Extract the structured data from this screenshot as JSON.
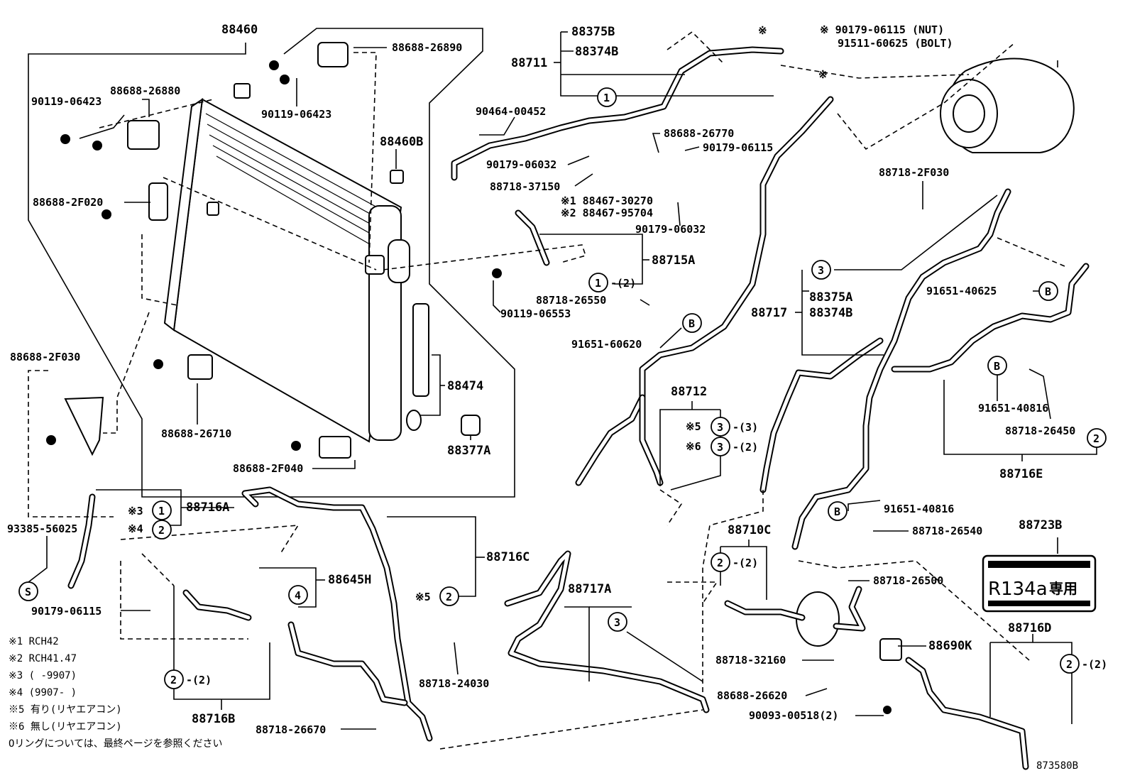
{
  "labels": {
    "p88460": "88460",
    "p88688_26890": "88688-26890",
    "p90119_06423a": "90119-06423",
    "p88688_26880": "88688-26880",
    "p90119_06423b": "90119-06423",
    "p88460B": "88460B",
    "p88688_2F020": "88688-2F020",
    "p88688_2F030a": "88688-2F030",
    "p88688_26710": "88688-26710",
    "p88474": "88474",
    "p88377A": "88377A",
    "p88688_2F040": "88688-2F040",
    "p88716A": "88716A",
    "p93385_56025": "93385-56025",
    "p90179_06115a": "90179-06115",
    "p88645H": "88645H",
    "p88716B": "88716B",
    "p88718_24030": "88718-24030",
    "p88718_26670": "88718-26670",
    "p88716C": "88716C",
    "p88375B": "88375B",
    "p88374B": "88374B",
    "p88711": "88711",
    "p90464_00452": "90464-00452",
    "p90179_06032a": "90179-06032",
    "p88718_37150": "88718-37150",
    "p88688_26770": "88688-26770",
    "p90179_06115b": "90179-06115",
    "p88467_30270": "88467-30270",
    "p88467_95704": "88467-95704",
    "p90179_06032b": "90179-06032",
    "p88715A": "88715A",
    "p88718_26550": "88718-26550",
    "p90119_06553": "90119-06553",
    "p91651_60620": "91651-60620",
    "p88712": "88712",
    "p88717A": "88717A",
    "p88710C": "88710C",
    "p88718_32160": "88718-32160",
    "p88688_26620": "88688-26620",
    "p90093_00518": "90093-00518(2)",
    "p88690K": "88690K",
    "p88718_26500": "88718-26500",
    "p88716D": "88716D",
    "p88723B": "88723B",
    "p88718_26540": "88718-26540",
    "p91651_40816a": "91651-40816",
    "p88716E": "88716E",
    "p91651_40816b": "91651-40816",
    "p88718_26450": "88718-26450",
    "p91651_40625": "91651-40625",
    "p88717": "88717",
    "p88375A": "88375A",
    "p88374Bb": "88374B",
    "p88718_2F030": "88718-2F030",
    "nut": "※ 90179-06115 (NUT)",
    "bolt": "91511-60625 (BOLT)",
    "ref1": "※1 88467-30270",
    "ref2": "※2 88467-95704",
    "mark": "※",
    "diagram_id": "873580B"
  },
  "circles": {
    "c1": "1",
    "c2": "2",
    "c3": "3",
    "c4": "4",
    "cB": "B",
    "cS": "S",
    "r1_2": "-(2)",
    "r3_3": "-(3)",
    "r3_2": "-(2)",
    "x3": "※3",
    "x4": "※4",
    "x5": "※5",
    "x6": "※6"
  },
  "label_plate": {
    "text": "R134a",
    "jp": "専用"
  },
  "notes": [
    "※1   RCH42",
    "※2   RCH41.47",
    "※3   (      -9907)",
    "※4   (9907-      )",
    "※5   有り(リヤエアコン)",
    "※6   無し(リヤエアコン)",
    "Oリングについては、最終ページを参照ください"
  ]
}
